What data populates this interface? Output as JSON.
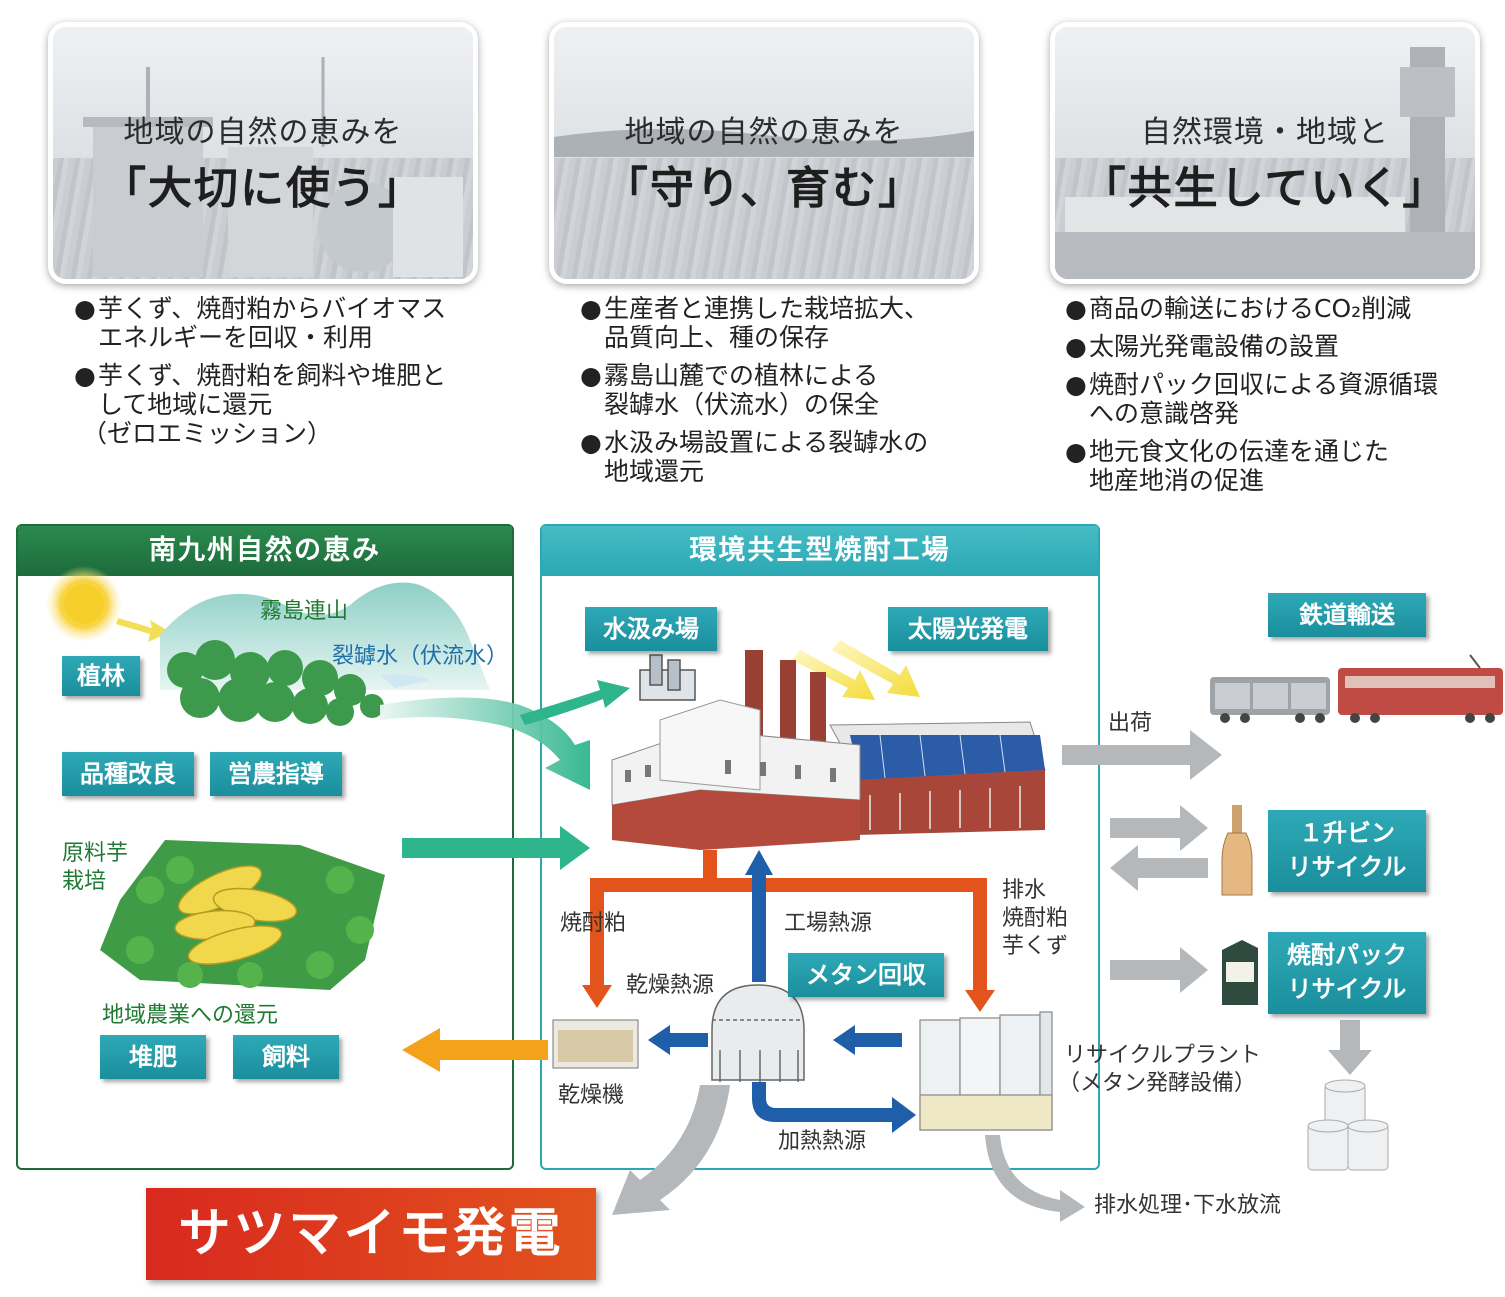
{
  "cards": [
    {
      "line1": "地域の自然の恵みを",
      "line2": "「大切に使う」"
    },
    {
      "line1": "地域の自然の恵みを",
      "line2": "「守り、育む」"
    },
    {
      "line1": "自然環境・地域と",
      "line2": "「共生していく」"
    }
  ],
  "bullets": [
    [
      {
        "lines": [
          "芋くず、焼酎粕からバイオマス",
          "エネルギーを回収・利用"
        ]
      },
      {
        "lines": [
          "芋くず、焼酎粕を飼料や堆肥と",
          "して地域に還元",
          "（ゼロエミッション）"
        ]
      }
    ],
    [
      {
        "lines": [
          "生産者と連携した栽培拡大、",
          "品質向上、種の保存"
        ]
      },
      {
        "lines": [
          "霧島山麓での植林による",
          "裂罅水（伏流水）の保全"
        ]
      },
      {
        "lines": [
          "水汲み場設置による裂罅水の",
          "地域還元"
        ]
      }
    ],
    [
      {
        "lines": [
          "商品の輸送におけるCO₂削減"
        ]
      },
      {
        "lines": [
          "太陽光発電設備の設置"
        ]
      },
      {
        "lines": [
          "焼酎パック回収による資源循環",
          "への意識啓発"
        ]
      },
      {
        "lines": [
          "地元食文化の伝達を通じた",
          "地産地消の促進"
        ]
      }
    ]
  ],
  "bullet_symbol": "●",
  "left_panel": {
    "title": "南九州自然の恵み",
    "mountain": "霧島連山",
    "water": "裂罅水（伏流水）",
    "afforestation": "植林",
    "breeding": "品種改良",
    "guidance": "営農指導",
    "crop_line1": "原料芋",
    "crop_line2": "栽培",
    "return_label": "地域農業への還元",
    "compost": "堆肥",
    "feed": "飼料"
  },
  "center_panel": {
    "title": "環境共生型焼酎工場",
    "water_station": "水汲み場",
    "solar": "太陽光発電",
    "shochu_lees": "焼酎粕",
    "factory_heat": "工場熱源",
    "drying_heat": "乾燥熱源",
    "methane": "メタン回収",
    "waste_line1": "排水",
    "waste_line2": "焼酎粕",
    "waste_line3": "芋くず",
    "dryer": "乾燥機",
    "heating_heat": "加熱熱源",
    "plant_line1": "リサイクルプラント",
    "plant_line2": "（メタン発酵設備）"
  },
  "right": {
    "rail": "鉄道輸送",
    "ship": "出荷",
    "bottle_line1": "１升ビン",
    "bottle_line2": "リサイクル",
    "pack_line1": "焼酎パック",
    "pack_line2": "リサイクル",
    "drain": "排水処理･下水放流"
  },
  "power_banner": "サツマイモ発電",
  "colors": {
    "green_header": "#1d6b3c",
    "teal_header": "#2ba8b3",
    "teal_label": "#1a8e9c",
    "orange_arrow": "#e2541b",
    "blue_arrow": "#1f5ea8",
    "gray_arrow": "#b5b8bb",
    "yellow_arrow": "#f3a21a",
    "banner_red": "#d8291f"
  }
}
